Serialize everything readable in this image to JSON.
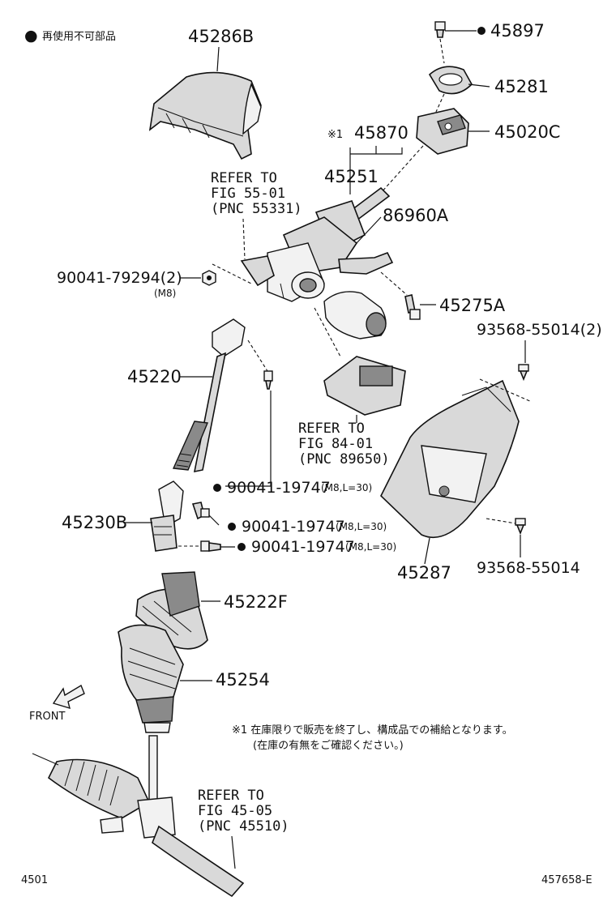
{
  "legend": {
    "marker": "●",
    "text": "再使用不可部品"
  },
  "parts": {
    "p45286B": "45286B",
    "p45897": "45897",
    "p45281": "45281",
    "p45020C": "45020C",
    "note_mark": "※1",
    "p45870": "45870",
    "p45251": "45251",
    "p86960A": "86960A",
    "p9004179294": "90041-79294(2)",
    "m8": "(M8)",
    "p45275A": "45275A",
    "p9356855014_2": "93568-55014(2)",
    "p45220": "45220",
    "p9004119747_a": "90041-19747",
    "p9004119747_a_spec": "(M8,L=30)",
    "p45230B": "45230B",
    "p9004119747_b": "90041-19747",
    "p9004119747_b_spec": "(M8,L=30)",
    "p9004119747_c": "90041-19747",
    "p9004119747_c_spec": "(M8,L=30)",
    "p45287": "45287",
    "p9356855014": "93568-55014",
    "p45222F": "45222F",
    "p45254": "45254"
  },
  "refs": {
    "fig55": [
      "REFER TO",
      "FIG 55-01",
      "(PNC 55331)"
    ],
    "fig84": [
      "REFER TO",
      "FIG 84-01",
      "(PNC 89650)"
    ],
    "fig45": [
      "REFER TO",
      "FIG 45-05",
      "(PNC 45510)"
    ]
  },
  "front_label": "FRONT",
  "footnote": {
    "line1": "※1 在庫限りで販売を終了し、構成品での補給となります。",
    "line2": "(在庫の有無をご確認ください。)"
  },
  "footer": {
    "left": "4501",
    "right": "457658-E"
  }
}
